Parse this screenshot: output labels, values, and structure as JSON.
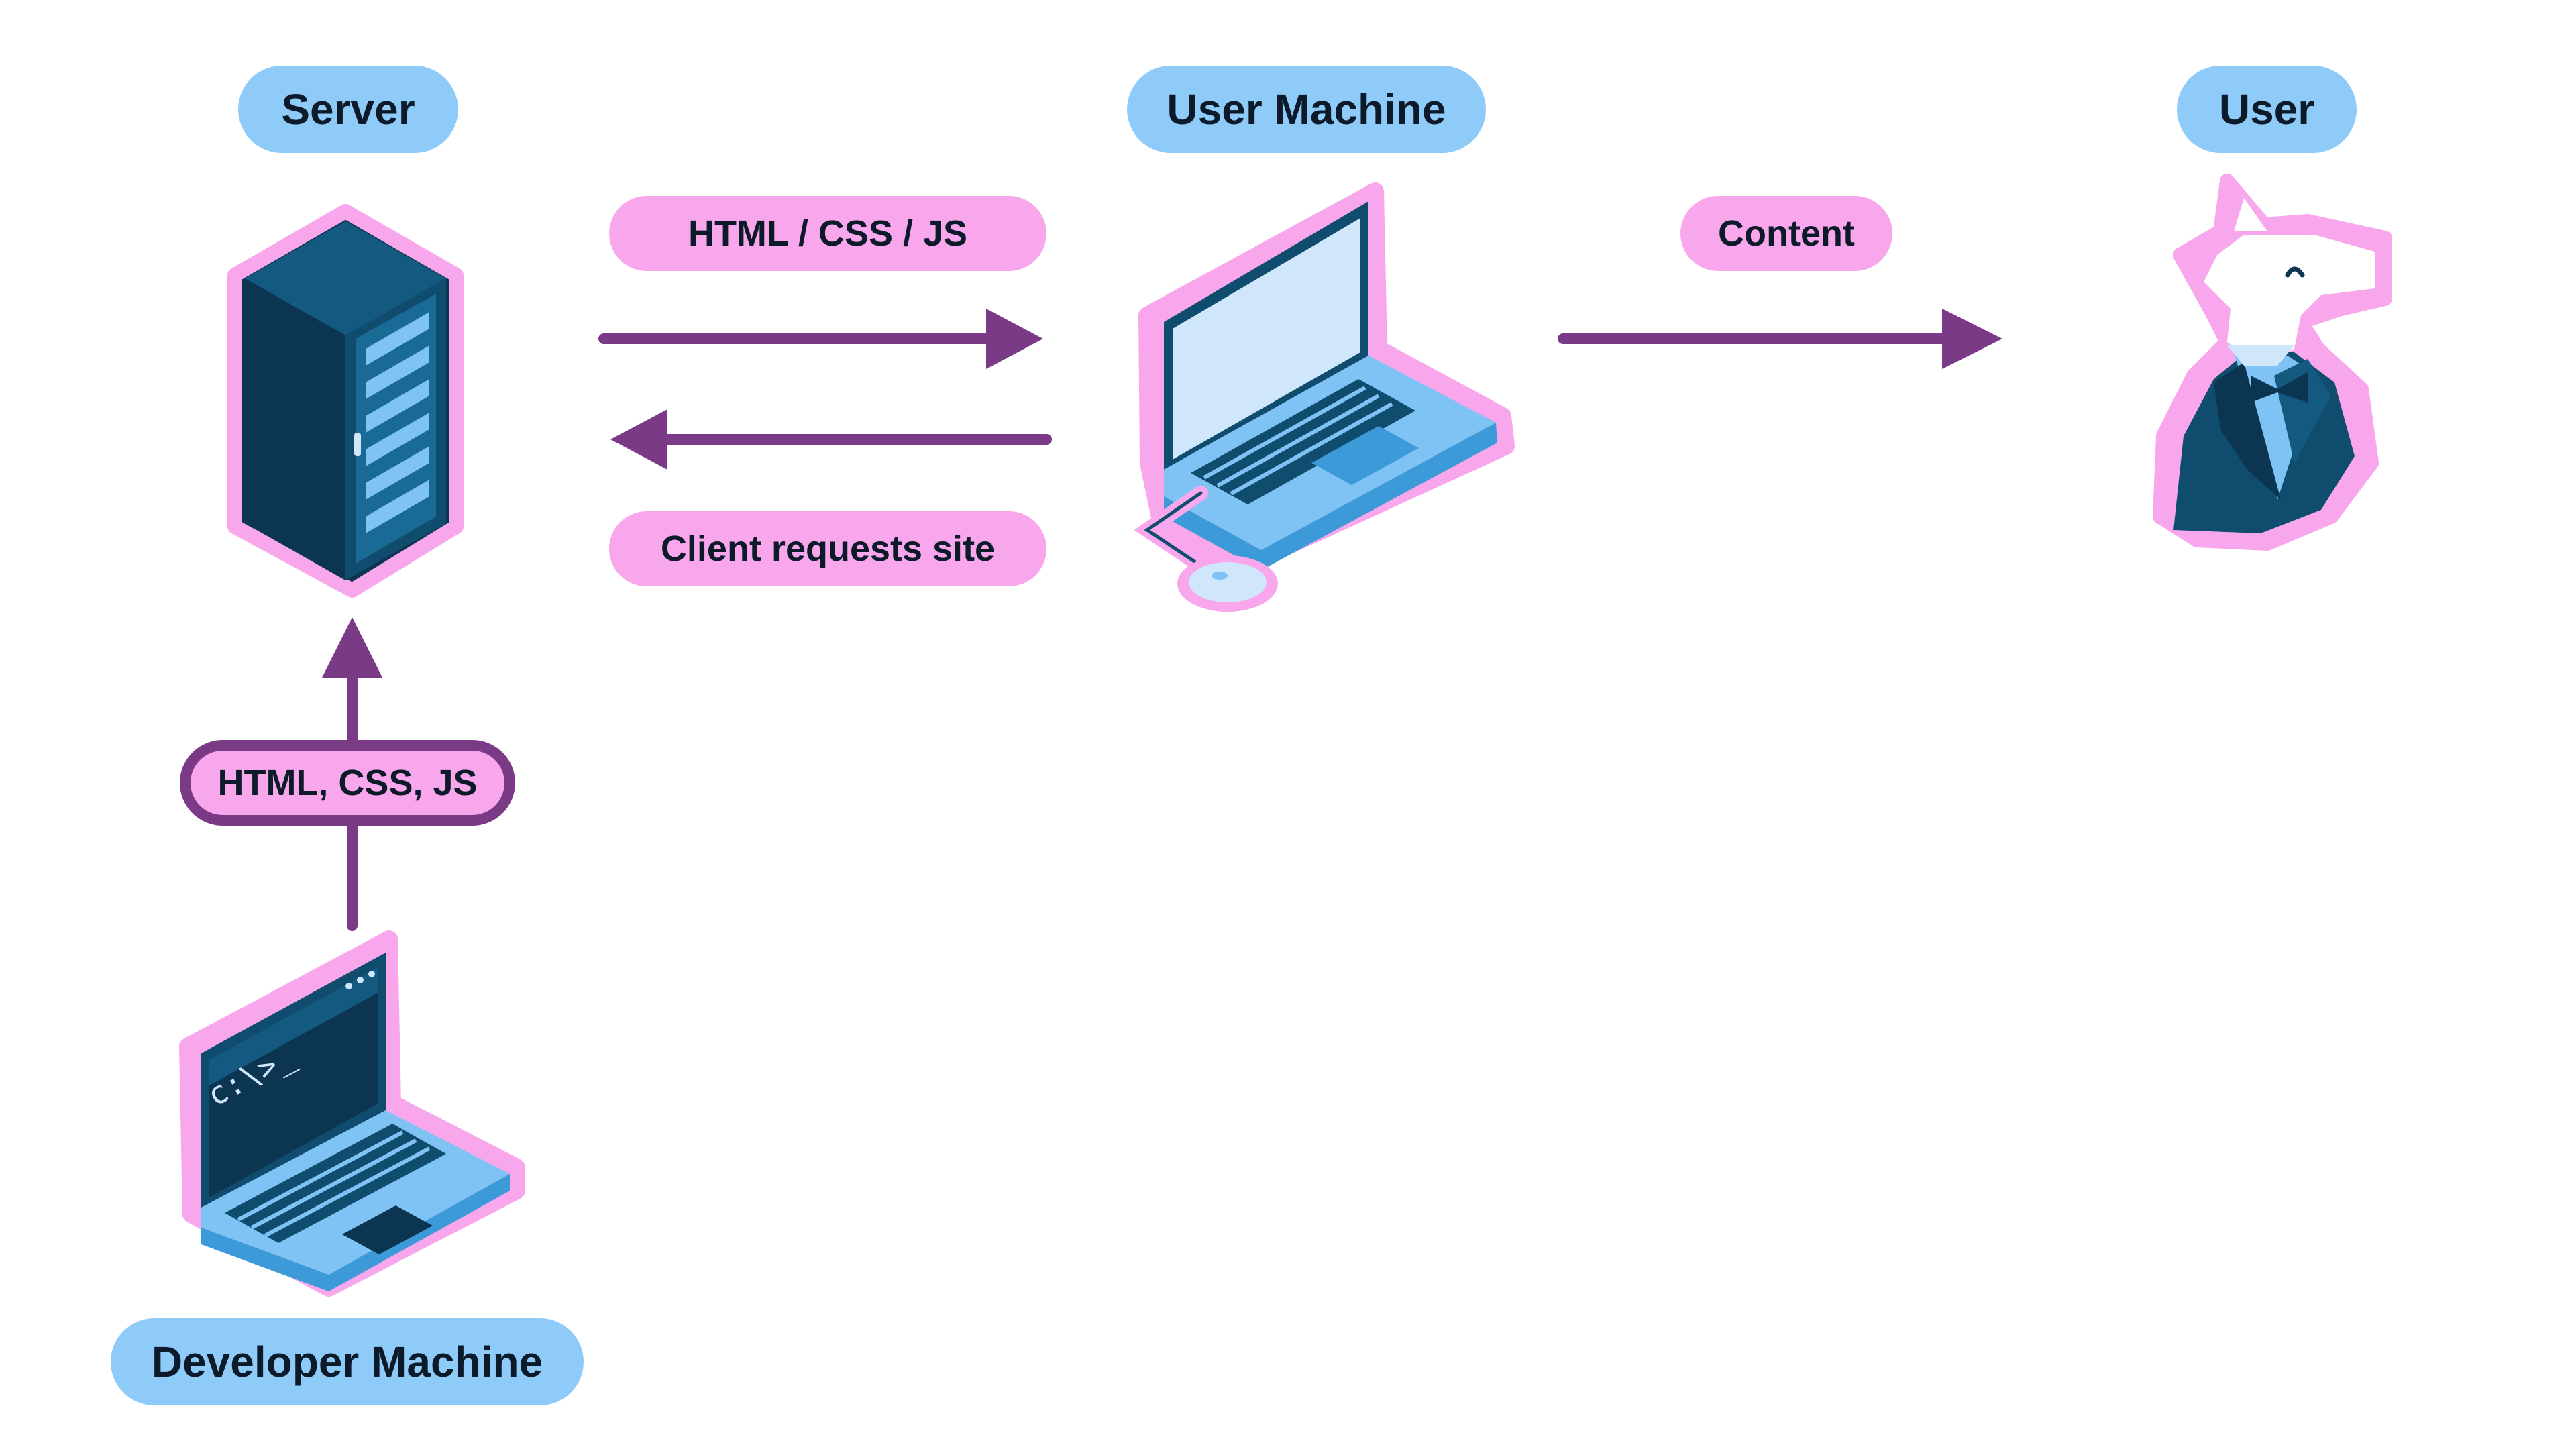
{
  "nodes": {
    "server": "Server",
    "user_machine": "User Machine",
    "user": "User",
    "developer_machine": "Developer Machine"
  },
  "flows": {
    "response": "HTML / CSS / JS",
    "request": "Client requests site",
    "content": "Content",
    "deploy": "HTML, CSS, JS"
  },
  "terminal_prompt": "c:\\>_",
  "colors": {
    "label_blue": "#8fcbf9",
    "label_pink": "#f8a7ec",
    "arrow": "#7a3a86",
    "outline": "#f8a7ec",
    "navy": "#0f4c6e",
    "dark_navy": "#0b3550",
    "light_blue": "#7ec3f4",
    "screen_blue": "#cfe6fb"
  },
  "icons": [
    "server-rack-icon",
    "laptop-icon",
    "mouse-icon",
    "developer-laptop-icon",
    "unicorn-user-icon"
  ]
}
